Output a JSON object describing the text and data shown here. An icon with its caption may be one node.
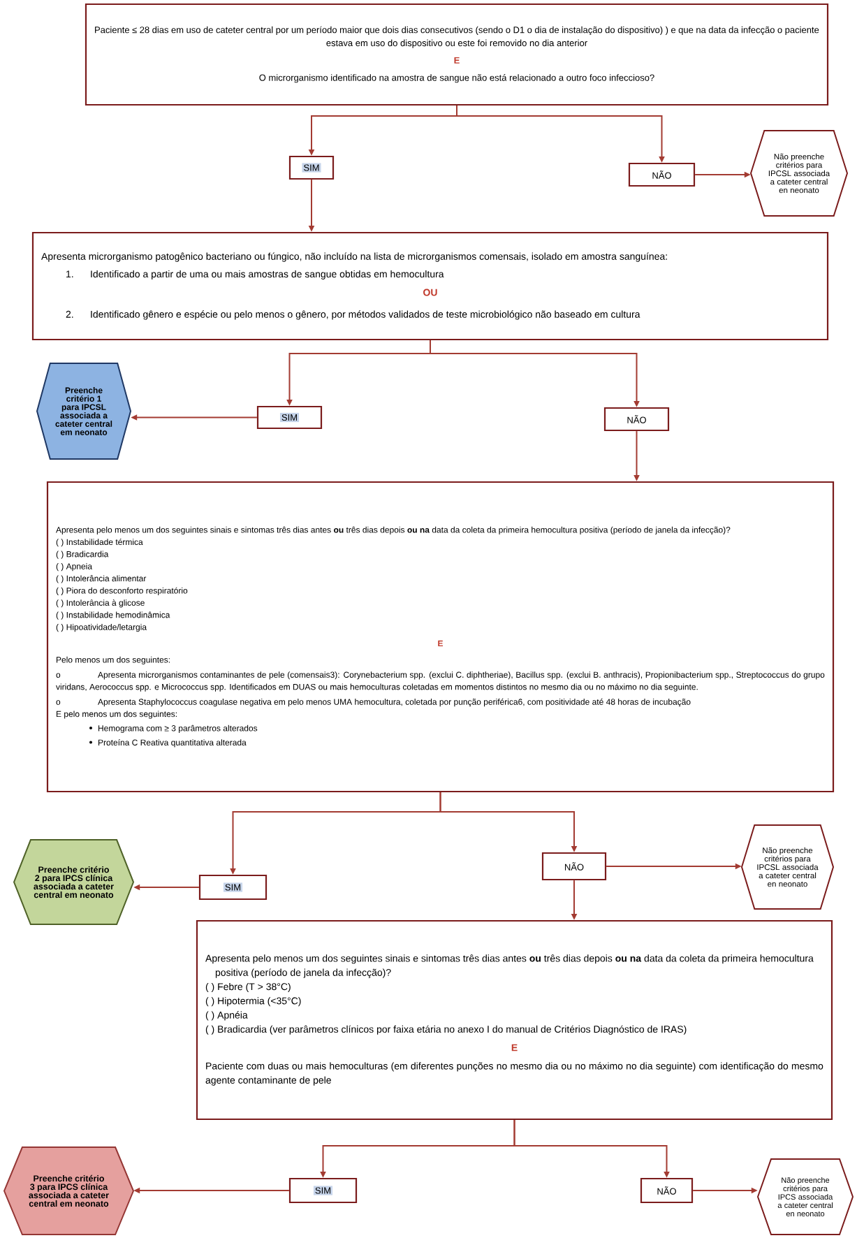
{
  "diagram": {
    "nodes": [
      {
        "text": [
          "Paciente ≤ 28 dias em uso de cateter central por um período maior que dois dias consecutivos (sendo o D1 o dia de instalação do dispositivo) ) e que na data da infecção o paciente estava em uso do dispositivo ou este foi removido no dia anterior",
          "E",
          "O microrganismo identificado na amostra de sangue não está relacionado a outro foco infeccioso?"
        ]
      },
      {
        "text": [
          "SIM"
        ]
      },
      {
        "text": [
          "NÃO"
        ]
      },
      {
        "text": [
          "Não preenche critérios para IPCSL associada a cateter central en neonato"
        ]
      },
      {
        "text": [
          "Apresenta microrganismo patogênico bacteriano ou fúngico, não incluído na lista de microrganismos comensais, isolado em amostra sanguínea:",
          "1.",
          "Identificado a partir de uma ou mais amostras de sangue obtidas em hemocultura",
          "OU",
          "2.",
          "Identificado gênero e espécie ou pelo menos o gênero, por métodos validados de teste microbiológico não baseado em cultura"
        ]
      },
      {
        "text": [
          "Preenche critério 1 para IPCSL associada a cateter central em neonato"
        ]
      },
      {
        "text": [
          "SIM"
        ]
      },
      {
        "text": [
          "NÃO"
        ]
      },
      {
        "text": [
          "Apresenta pelo menos um dos seguintes sinais e sintomas três dias antes **ou** três dias depois **ou na** data da coleta da primeira hemocultura positiva (período de janela da infecção)?",
          "( ) Instabilidade térmica",
          "( ) Bradicardia",
          "( ) Apneia",
          "( ) Intolerância alimentar",
          "( ) Piora do desconforto respiratório",
          "( ) Intolerância à glicose",
          "( ) Instabilidade hemodinâmica",
          "( ) Hipoatividade/letargia",
          "E",
          "Pelo menos um dos seguintes:",
          "o",
          "Apresenta microrganismos contaminantes de pele (comensais3): Corynebacterium spp. (exclui C. diphtheriae), Bacillus spp. (exclui B. anthracis), Propionibacterium spp., Streptococcus do grupo viridans, Aerococcus spp. e Micrococcus spp. Identificados em DUAS ou mais hemoculturas coletadas em momentos distintos no mesmo dia ou no máximo no dia seguinte.",
          "o",
          "Apresenta Staphylococcus coagulase negativa em pelo menos UMA hemocultura, coletada por punção periférica6, com positividade até 48 horas de incubação",
          "E pelo menos um dos seguintes:",
          "Hemograma com ≥ 3 parâmetros alterados",
          "Proteína C Reativa quantitativa alterada"
        ]
      },
      {
        "text": [
          "Preenche critério 2 para IPCS clínica associada a cateter central em neonato"
        ]
      },
      {
        "text": [
          "SIM"
        ]
      },
      {
        "text": [
          "NÃO"
        ]
      },
      {
        "text": [
          "Não preenche critérios para IPCSL associada a cateter central en neonato"
        ]
      },
      {
        "text": [
          "Apresenta pelo menos um dos seguintes sinais e sintomas três dias antes **ou** três dias depois **ou na** data da coleta da primeira hemocultura positiva (período de janela da infecção)?",
          "( ) Febre (T > 38°C)",
          "( ) Hipotermia (<35°C)",
          "( ) Apnéia",
          "( ) Bradicardia (ver parâmetros clínicos por faixa etária no anexo I do manual de Critérios Diagnóstico de IRAS)",
          "E",
          "Paciente com duas ou mais hemoculturas (em diferentes punções no mesmo dia ou no máximo no dia seguinte) com identificação do mesmo agente contaminante de pele"
        ]
      },
      {
        "text": [
          "Preenche critério 3 para IPCS clínica associada a cateter central em neonato"
        ]
      },
      {
        "text": [
          "SIM"
        ]
      },
      {
        "text": [
          "NÃO"
        ]
      },
      {
        "text": [
          "Não preenche critérios para IPCS associada a cateter central en neonato"
        ]
      }
    ],
    "edges": [
      {
        "from": 0,
        "to": 1,
        "arrow": "to"
      },
      {
        "from": 0,
        "to": 2,
        "arrow": "to"
      },
      {
        "from": 2,
        "to": 3,
        "arrow": "to"
      },
      {
        "from": 1,
        "to": 4,
        "arrow": "to"
      },
      {
        "from": 4,
        "to": 6,
        "arrow": "to"
      },
      {
        "from": 4,
        "to": 7,
        "arrow": "to"
      },
      {
        "from": 6,
        "to": 5,
        "arrow": "to"
      },
      {
        "from": 7,
        "to": 8,
        "arrow": "to"
      },
      {
        "from": 8,
        "to": 10,
        "arrow": "to"
      },
      {
        "from": 8,
        "to": 11,
        "arrow": "to"
      },
      {
        "from": 10,
        "to": 9,
        "arrow": "to"
      },
      {
        "from": 11,
        "to": 12,
        "arrow": "to"
      },
      {
        "from": 11,
        "to": 13,
        "arrow": "to"
      },
      {
        "from": 13,
        "to": 15,
        "arrow": "to"
      },
      {
        "from": 13,
        "to": 16,
        "arrow": "to"
      },
      {
        "from": 15,
        "to": 14,
        "arrow": "to"
      },
      {
        "from": 16,
        "to": 17,
        "arrow": "to"
      }
    ]
  }
}
